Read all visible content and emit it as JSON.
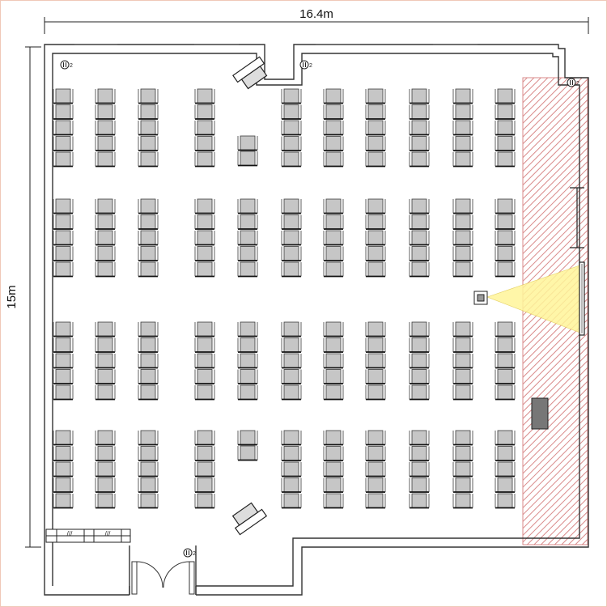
{
  "dimensions": {
    "width_label": "16.4m",
    "height_label": "15m"
  },
  "colors": {
    "seat_fill": "#c6c6c6",
    "seat_stroke": "#3a3a3a",
    "wall": "#333333",
    "stage_hatch": "#d98a8a",
    "projector_beam": "#fff59a"
  },
  "icons": {
    "outlet": "outlet-icon",
    "projector": "projector-icon",
    "screen": "screen-icon",
    "podium": "podium-icon",
    "door": "double-door-icon",
    "rack": "rack-icon"
  },
  "outlets": {
    "label": "2"
  }
}
